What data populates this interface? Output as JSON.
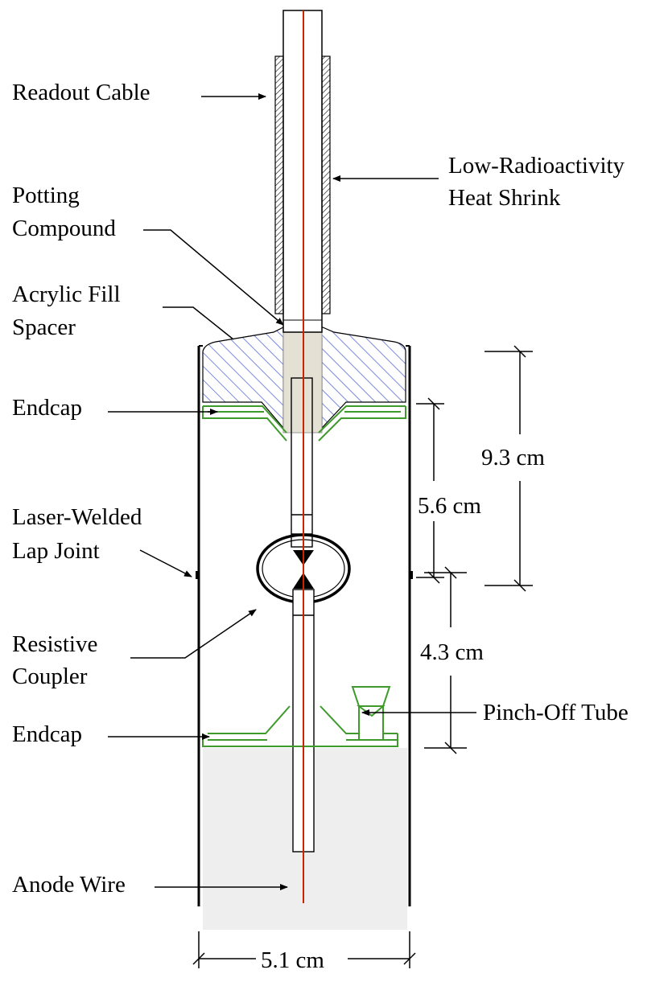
{
  "labels": {
    "readout_cable": "Readout Cable",
    "heat_shrink_1": "Low-Radioactivity",
    "heat_shrink_2": "Heat Shrink",
    "potting_1": "Potting",
    "potting_2": "Compound",
    "acrylic_1": "Acrylic Fill",
    "acrylic_2": "Spacer",
    "endcap_top": "Endcap",
    "laser_1": "Laser-Welded",
    "laser_2": "Lap Joint",
    "resistive_1": "Resistive",
    "resistive_2": "Coupler",
    "endcap_bottom": "Endcap",
    "pinch_off": "Pinch-Off Tube",
    "anode_wire": "Anode Wire"
  },
  "dimensions": {
    "total_height": "9.3 cm",
    "upper_height": "5.6 cm",
    "lower_height": "4.3 cm",
    "width": "5.1 cm"
  },
  "colors": {
    "wire": "#cc2200",
    "endcap": "#3f9a2c",
    "acrylic_hatch": "#5a6cd6",
    "potting": "#e4e0d4",
    "gas_fill": "#eeeeee"
  }
}
